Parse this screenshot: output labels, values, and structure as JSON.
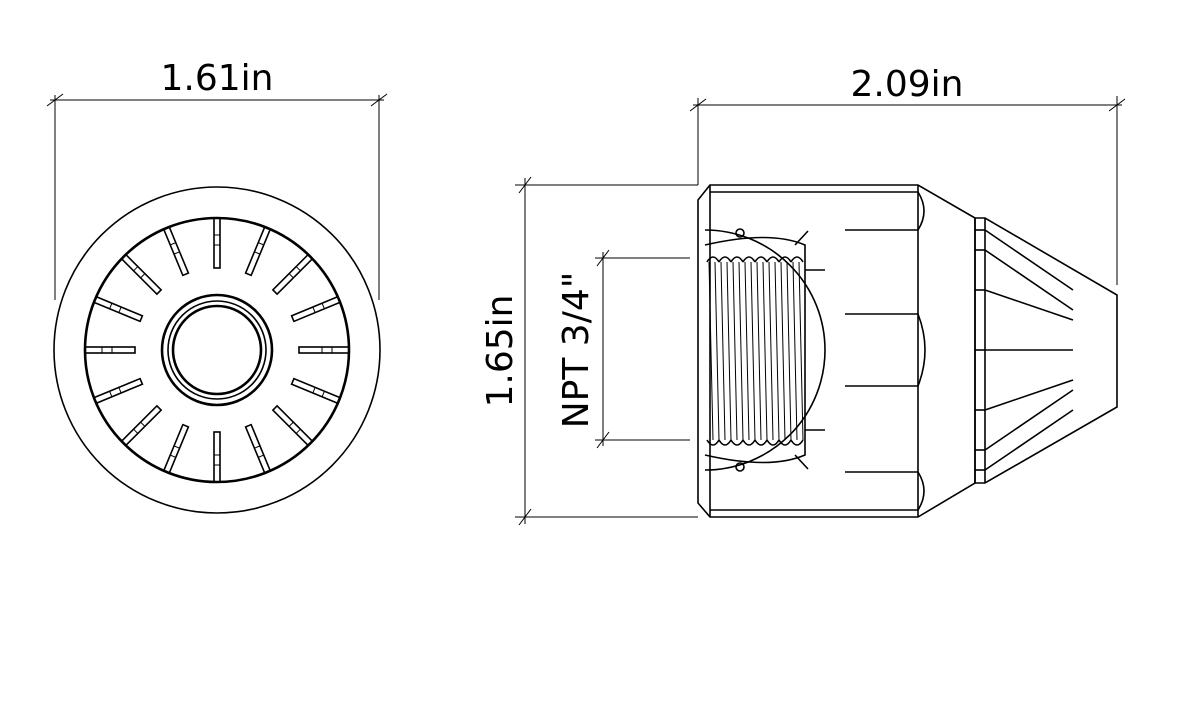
{
  "drawing": {
    "front_view": {
      "width_label": "1.61in"
    },
    "side_view": {
      "length_label": "2.09in",
      "height_label": "1.65in",
      "thread_label": "NPT 3/4\""
    },
    "line_color": "#000000",
    "background_color": "#ffffff"
  }
}
